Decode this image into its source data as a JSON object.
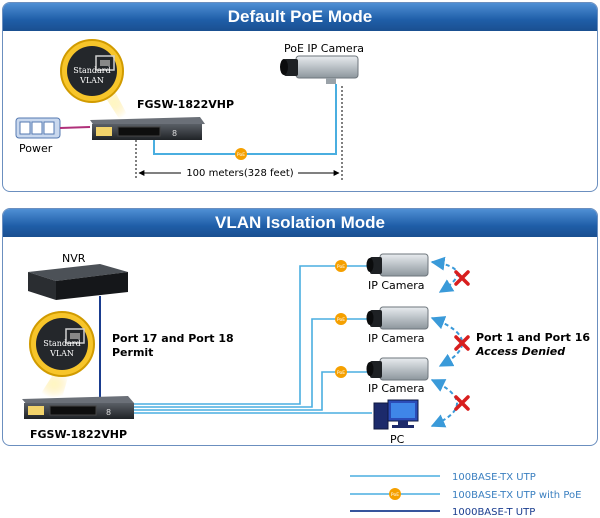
{
  "panels": {
    "default_title": "Default PoE Mode",
    "vlan_title": "VLAN Isolation Mode"
  },
  "labels": {
    "poe_ip_camera": "PoE IP Camera",
    "switch_model": "FGSW-1822VHP",
    "power": "Power",
    "distance": "100 meters(328 feet)",
    "nvr": "NVR",
    "ip_camera": "IP Camera",
    "pc": "PC",
    "permit_line1": "Port 17 and Port 18",
    "permit_line2": "Permit",
    "denied_line1": "Port 1 and Port 16",
    "denied_line2": "Access Denied",
    "badge_line1": "Standard",
    "badge_line2": "VLAN",
    "poe_mark": "PoE"
  },
  "legend": [
    {
      "label": "100BASE-TX UTP",
      "color": "#4aaee0",
      "poe": false
    },
    {
      "label": "100BASE-TX UTP with PoE",
      "color": "#4aaee0",
      "poe": true
    },
    {
      "label": "1000BASE-T UTP",
      "color": "#1a3d8f",
      "poe": false
    }
  ],
  "colors": {
    "header_blue": "#1f5ea8",
    "cable_light": "#4aaee0",
    "cable_dark": "#1a3d8f",
    "poe_orange": "#f5a000",
    "deny_red": "#d81e1e"
  }
}
